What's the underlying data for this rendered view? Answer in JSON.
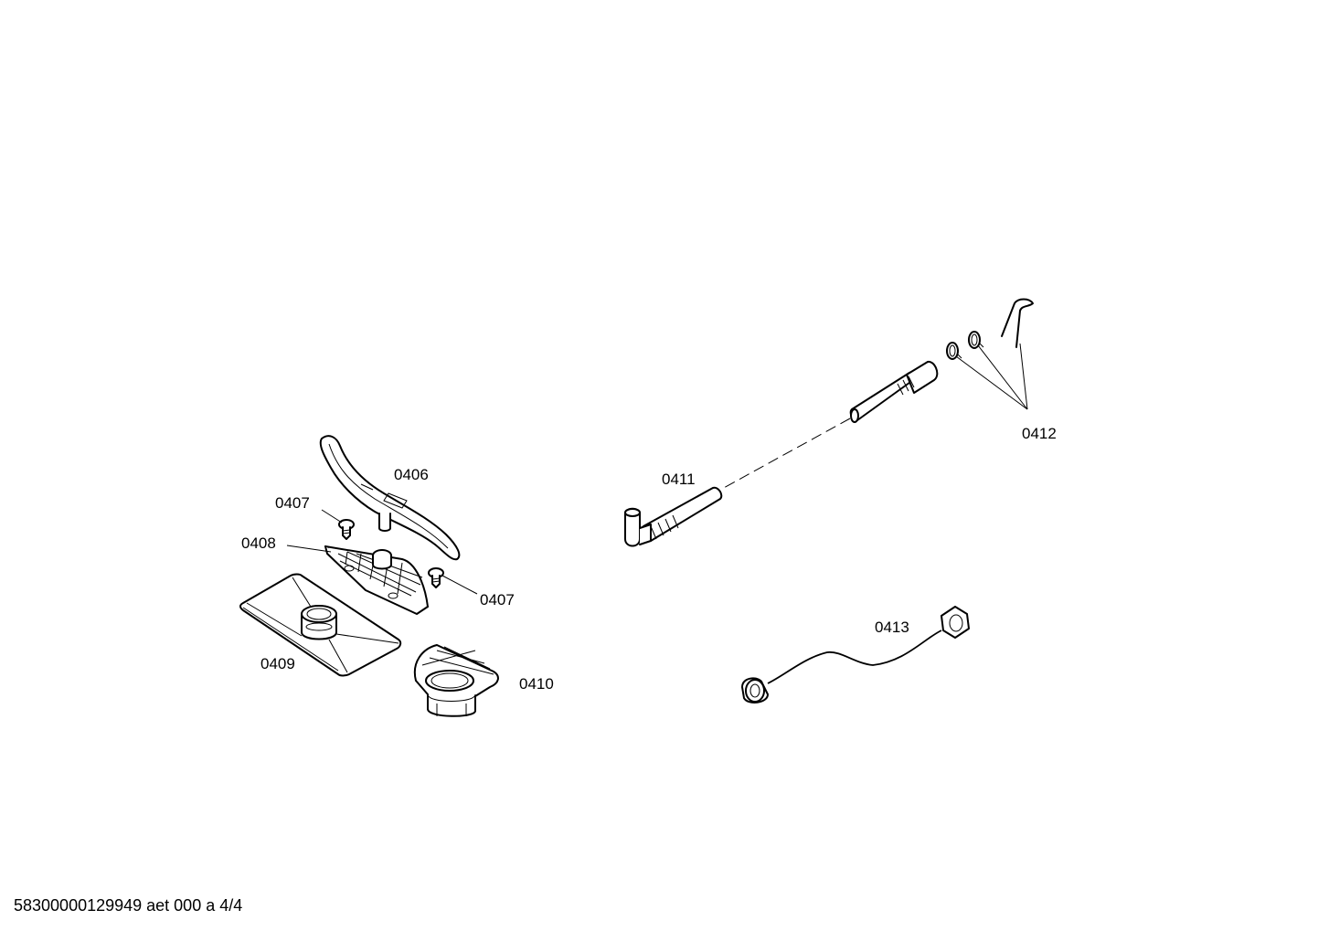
{
  "parts": [
    {
      "id": "0406",
      "label": "0406"
    },
    {
      "id": "0407a",
      "label": "0407"
    },
    {
      "id": "0408",
      "label": "0408"
    },
    {
      "id": "0407b",
      "label": "0407"
    },
    {
      "id": "0409",
      "label": "0409"
    },
    {
      "id": "0410",
      "label": "0410"
    },
    {
      "id": "0411",
      "label": "0411"
    },
    {
      "id": "0412",
      "label": "0412"
    },
    {
      "id": "0413",
      "label": "0413"
    }
  ],
  "footer": {
    "document_id": "58300000129949 aet 000 a 4/4"
  }
}
